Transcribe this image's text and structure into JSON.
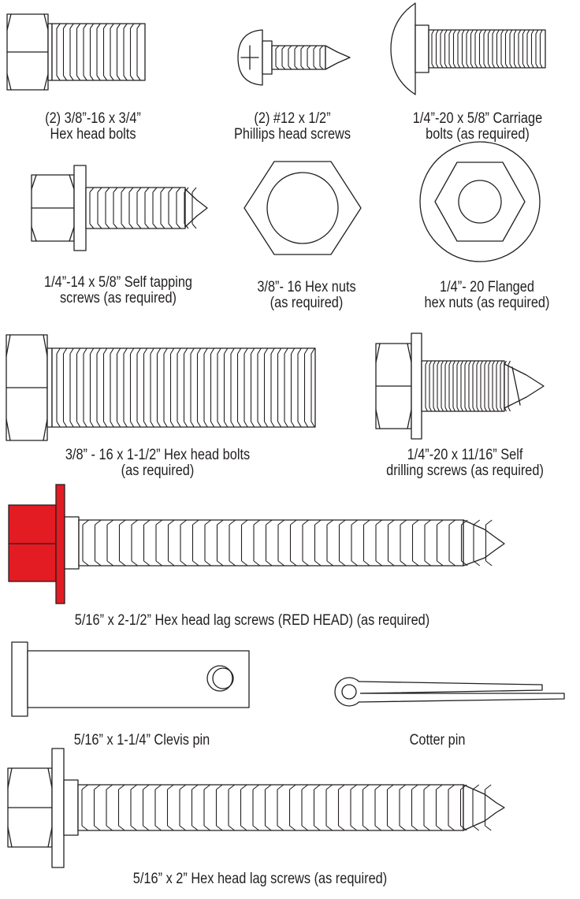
{
  "items": [
    {
      "id": "hex-bolt-3-4",
      "line1": "(2) 3/8”-16 x 3/4”",
      "line2": "Hex head bolts",
      "icon": "hex-head-bolt"
    },
    {
      "id": "phillips-screw",
      "line1": "(2) #12 x 1/2”",
      "line2": "Phillips head screws",
      "icon": "phillips-head-screw"
    },
    {
      "id": "carriage-bolt",
      "line1": "1/4”-20 x 5/8” Carriage",
      "line2": "bolts (as required)",
      "icon": "carriage-bolt"
    },
    {
      "id": "self-tapping-screw",
      "line1": "1/4”-14 x 5/8” Self tapping",
      "line2": "screws (as required)",
      "icon": "self-tapping-screw"
    },
    {
      "id": "hex-nut",
      "line1": "3/8”- 16 Hex nuts",
      "line2": "(as required)",
      "icon": "hex-nut"
    },
    {
      "id": "flanged-hex-nut",
      "line1": "1/4”- 20 Flanged",
      "line2": "hex nuts (as required)",
      "icon": "flanged-hex-nut"
    },
    {
      "id": "hex-bolt-1-1-2",
      "line1": "3/8” - 16 x 1-1/2” Hex head bolts",
      "line2": "(as required)",
      "icon": "hex-head-bolt"
    },
    {
      "id": "self-drilling-screw",
      "line1": "1/4”-20 x 11/16” Self",
      "line2": "drilling screws (as required)",
      "icon": "self-drilling-screw"
    },
    {
      "id": "red-head-lag-screw",
      "line1": "5/16” x 2-1/2” Hex head lag screws (RED HEAD) (as required)",
      "line2": "",
      "icon": "lag-screw"
    },
    {
      "id": "clevis-pin",
      "line1": "5/16” x 1-1/4” Clevis pin",
      "line2": "",
      "icon": "clevis-pin"
    },
    {
      "id": "cotter-pin",
      "line1": "Cotter pin",
      "line2": "",
      "icon": "cotter-pin"
    },
    {
      "id": "lag-screw",
      "line1": "5/16” x 2” Hex head lag screws (as required)",
      "line2": "",
      "icon": "lag-screw"
    }
  ],
  "colors": {
    "ink": "#231f20",
    "red_head": "#e31b23"
  }
}
